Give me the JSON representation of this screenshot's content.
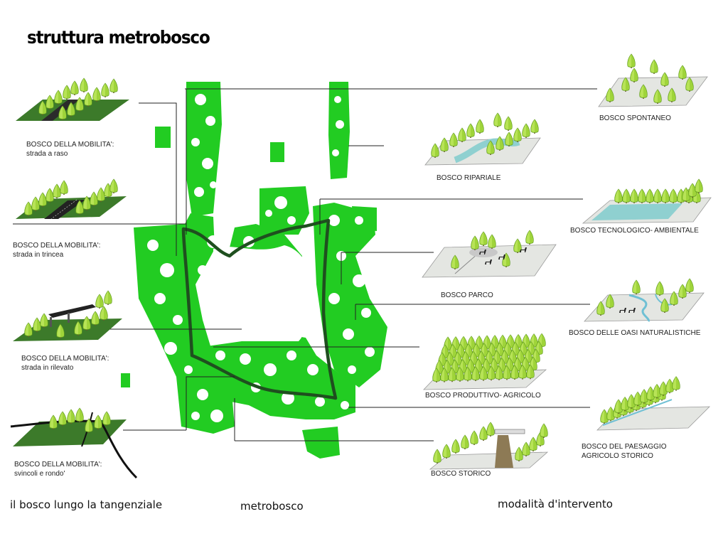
{
  "title": "struttura metrobosco",
  "left_panels": [
    {
      "line1": "BOSCO DELLA MOBILITA':",
      "line2": "strada a raso"
    },
    {
      "line1": "BOSCO DELLA MOBILITA':",
      "line2": "strada in trincea"
    },
    {
      "line1": "BOSCO DELLA MOBILITA':",
      "line2": "strada in rilevato"
    },
    {
      "line1": "BOSCO DELLA MOBILITA':",
      "line2": "svincoli e rondo'"
    }
  ],
  "middle_panels": [
    {
      "label": "BOSCO RIPARIALE"
    },
    {
      "label": "BOSCO PARCO"
    },
    {
      "label": "BOSCO PRODUTTIVO- AGRICOLO"
    },
    {
      "label": "BOSCO STORICO"
    }
  ],
  "right_panels": [
    {
      "label": "BOSCO SPONTANEO"
    },
    {
      "label": "BOSCO TECNOLOGICO- AMBIENTALE"
    },
    {
      "label": "BOSCO DELLE OASI NATURALISTICHE"
    },
    {
      "line1": "BOSCO DEL PAESAGGIO",
      "line2": "AGRICOLO STORICO"
    }
  ],
  "bottom_labels": {
    "left": "il bosco lungo la tangenziale",
    "center": "metrobosco",
    "right": "modalità d'intervento"
  },
  "colors": {
    "map_green": "#22cc22",
    "ring": "#1f4f1f",
    "tree": "#9fd43a",
    "tree_dark": "#5e9a1e",
    "platform_dark": "#3c7a2a",
    "platform_light": "#e4e6e2",
    "water": "#8fd0d0"
  }
}
